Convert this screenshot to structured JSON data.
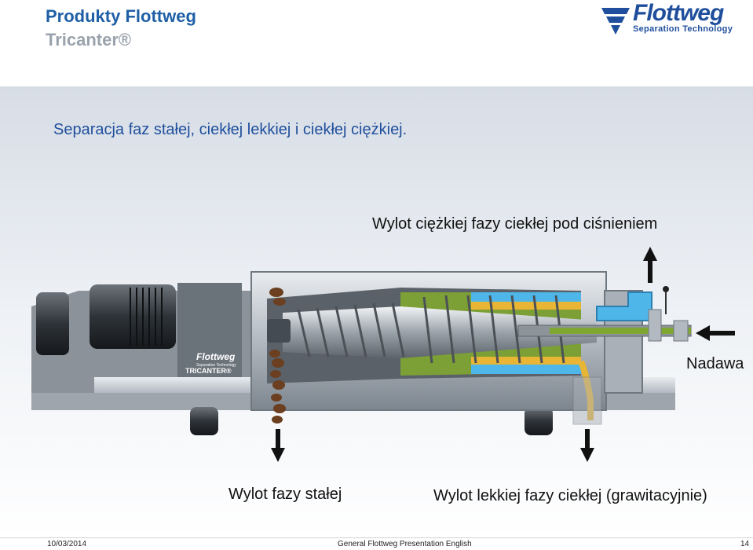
{
  "header": {
    "title_line1": "Produkty Flottweg",
    "title_line2": "Tricanter®"
  },
  "logo": {
    "name": "Flottweg",
    "tagline": "Separation Technology"
  },
  "slide": {
    "subtitle": "Separacja faz stałej, ciekłej lekkiej i ciekłej ciężkiej.",
    "label_heavy_outlet": "Wylot ciężkiej fazy ciekłej pod ciśnieniem",
    "label_feed": "Nadawa",
    "label_solid_outlet": "Wylot fazy stałej",
    "label_light_outlet": "Wylot lekkiej fazy ciekłej (grawitacyjnie)",
    "machine_brand": "Flottweg",
    "machine_brand_sub": "Separation Technology",
    "machine_model": "TRICANTER®"
  },
  "footer": {
    "date": "10/03/2014",
    "presentation": "General Flottweg Presentation English",
    "page": "14"
  },
  "colors": {
    "brand_blue": "#1f4f9c",
    "title_blue": "#1f5fa6",
    "title_gray": "#9aa3ad"
  }
}
